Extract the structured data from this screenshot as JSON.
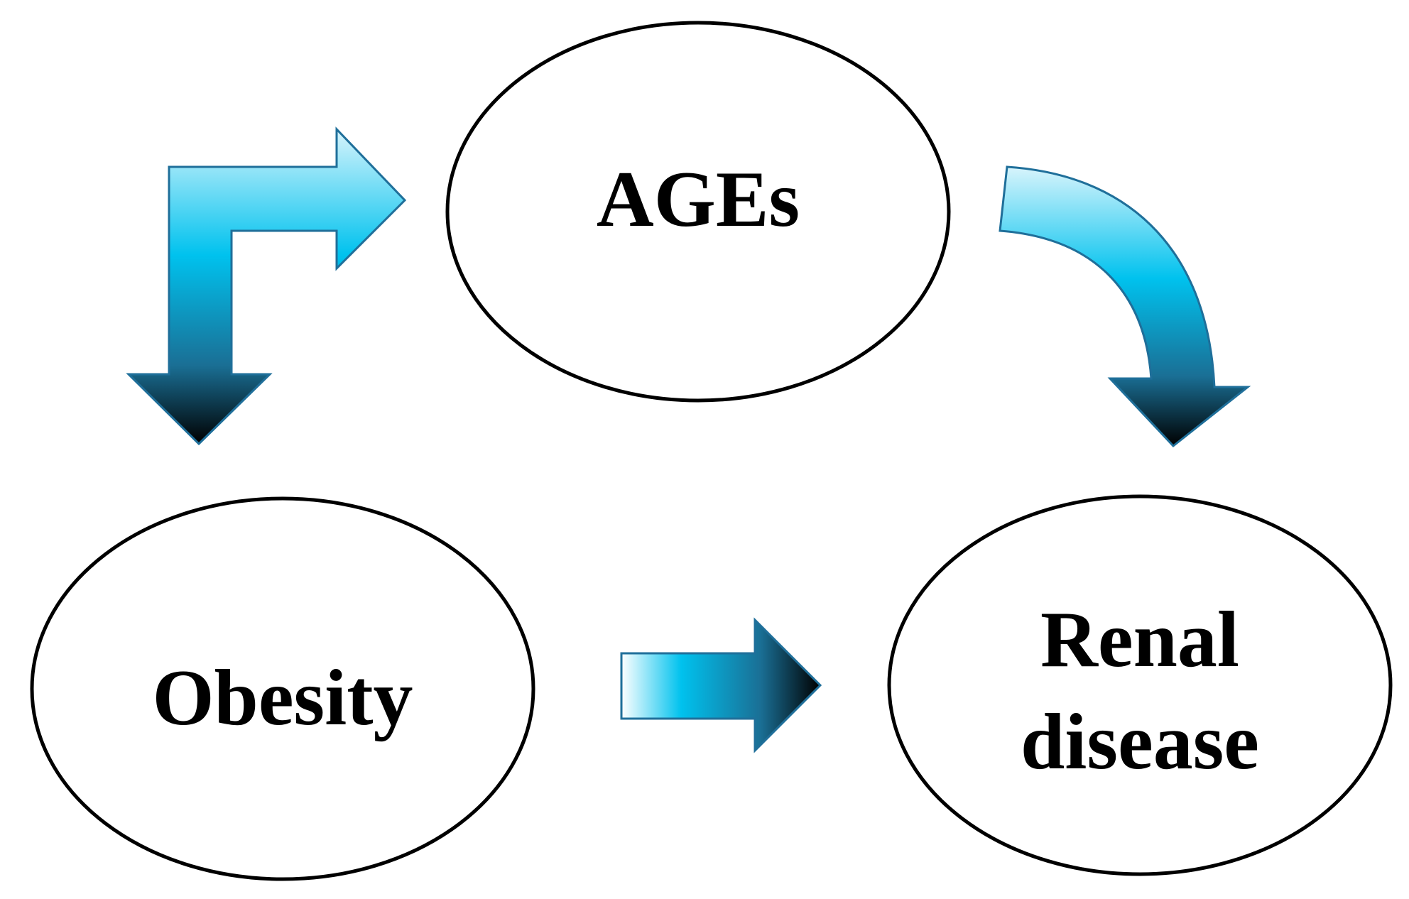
{
  "diagram": {
    "nodes": {
      "ages": {
        "label": "AGEs"
      },
      "obesity": {
        "label": "Obesity"
      },
      "renal": {
        "line1": "Renal",
        "line2": "disease"
      }
    },
    "edges": [
      {
        "from": "AGEs",
        "to": "Obesity"
      },
      {
        "from": "Obesity",
        "to": "AGEs"
      },
      {
        "from": "AGEs",
        "to": "Renal disease"
      },
      {
        "from": "Obesity",
        "to": "Renal disease"
      }
    ],
    "colors": {
      "arrow_light": "#d8f4fc",
      "arrow_mid": "#00c2ee",
      "arrow_dark": "#1a6f95",
      "arrow_tip": "#000000",
      "arrow_stroke": "#1f6f9a",
      "ellipse_stroke": "#000000",
      "ellipse_fill": "#ffffff"
    }
  }
}
